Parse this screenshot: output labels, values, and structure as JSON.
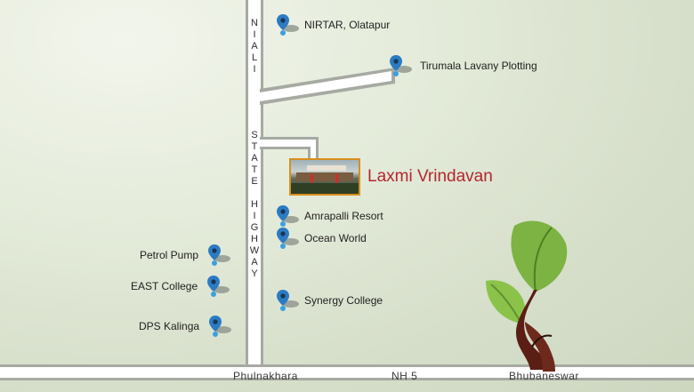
{
  "property": {
    "name": "Laxmi Vrindavan"
  },
  "roads": {
    "vertical_name_top": [
      "N",
      "I",
      "A",
      "L",
      "I"
    ],
    "vertical_name_bottom": [
      "S",
      "T",
      "A",
      "T",
      "E",
      "",
      "H",
      "I",
      "G",
      "H",
      "W",
      "A",
      "Y"
    ],
    "bottom_labels": {
      "left": "Phulnakhara",
      "middle": "NH 5",
      "right": "Bhubaneswar"
    }
  },
  "pois_right": [
    {
      "label": "NIRTAR, Olatapur",
      "icon": "map-pin-icon"
    },
    {
      "label": "Tirumala Lavany Plotting",
      "icon": "map-pin-icon"
    },
    {
      "label": "Amrapalli Resort",
      "icon": "map-pin-icon"
    },
    {
      "label": "Ocean World",
      "icon": "map-pin-icon"
    },
    {
      "label": "Synergy College",
      "icon": "map-pin-icon"
    }
  ],
  "pois_left": [
    {
      "label": "Petrol Pump",
      "icon": "map-pin-icon"
    },
    {
      "label": "EAST College",
      "icon": "map-pin-icon"
    },
    {
      "label": "DPS Kalinga",
      "icon": "map-pin-icon"
    }
  ],
  "colors": {
    "pin": "#2b7bc4",
    "title": "#b4262c",
    "road": "#a6aaa3",
    "leaf": "#7cb342",
    "trunk": "#5a1e14"
  }
}
